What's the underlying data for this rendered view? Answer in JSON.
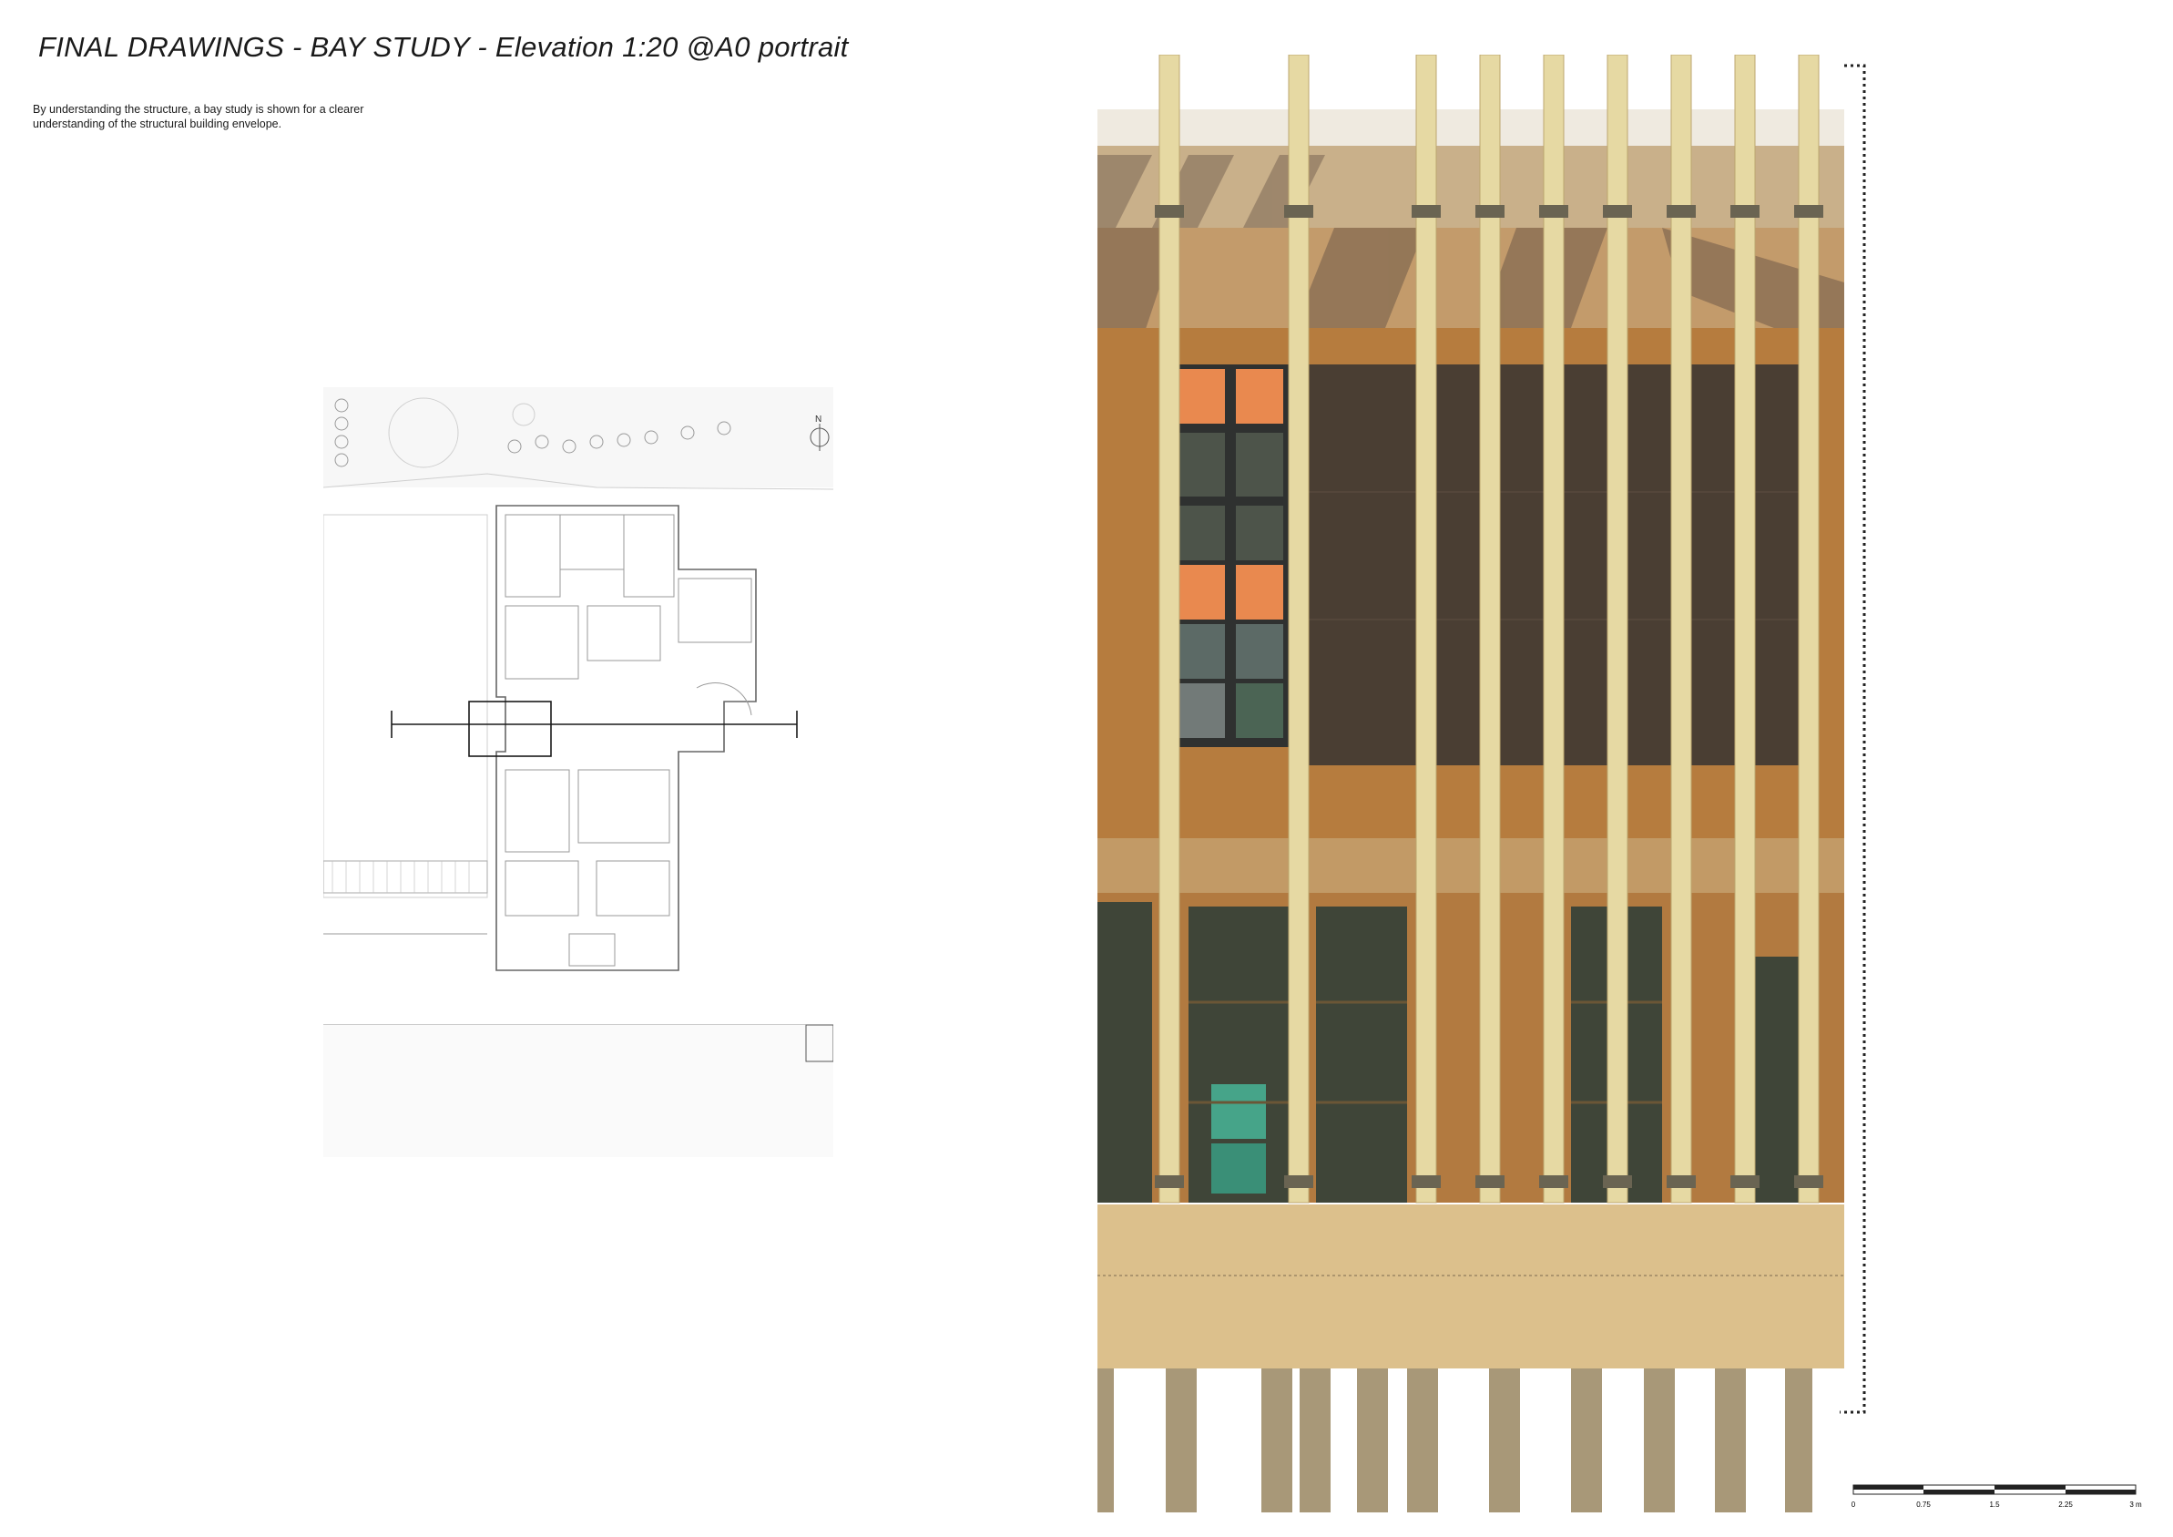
{
  "page": {
    "title": "FINAL DRAWINGS - BAY STUDY - Elevation 1:20 @A0 portrait",
    "description": "By understanding the structure, a bay study is shown for a clearer understanding of the structural building envelope."
  },
  "plan": {
    "north_label": "N"
  },
  "scale_bar": {
    "labels": [
      "0",
      "0.75",
      "1.5",
      "2.25",
      "3 m"
    ]
  },
  "colors": {
    "timber_fin": "#e6d9a3",
    "wood_panel": "#b67c3e",
    "glazing_dark": "#3f4538",
    "orange_panel": "#e9894f",
    "green_panel": "#46a489",
    "slab": "#dcc08c",
    "pile": "#a89878"
  }
}
